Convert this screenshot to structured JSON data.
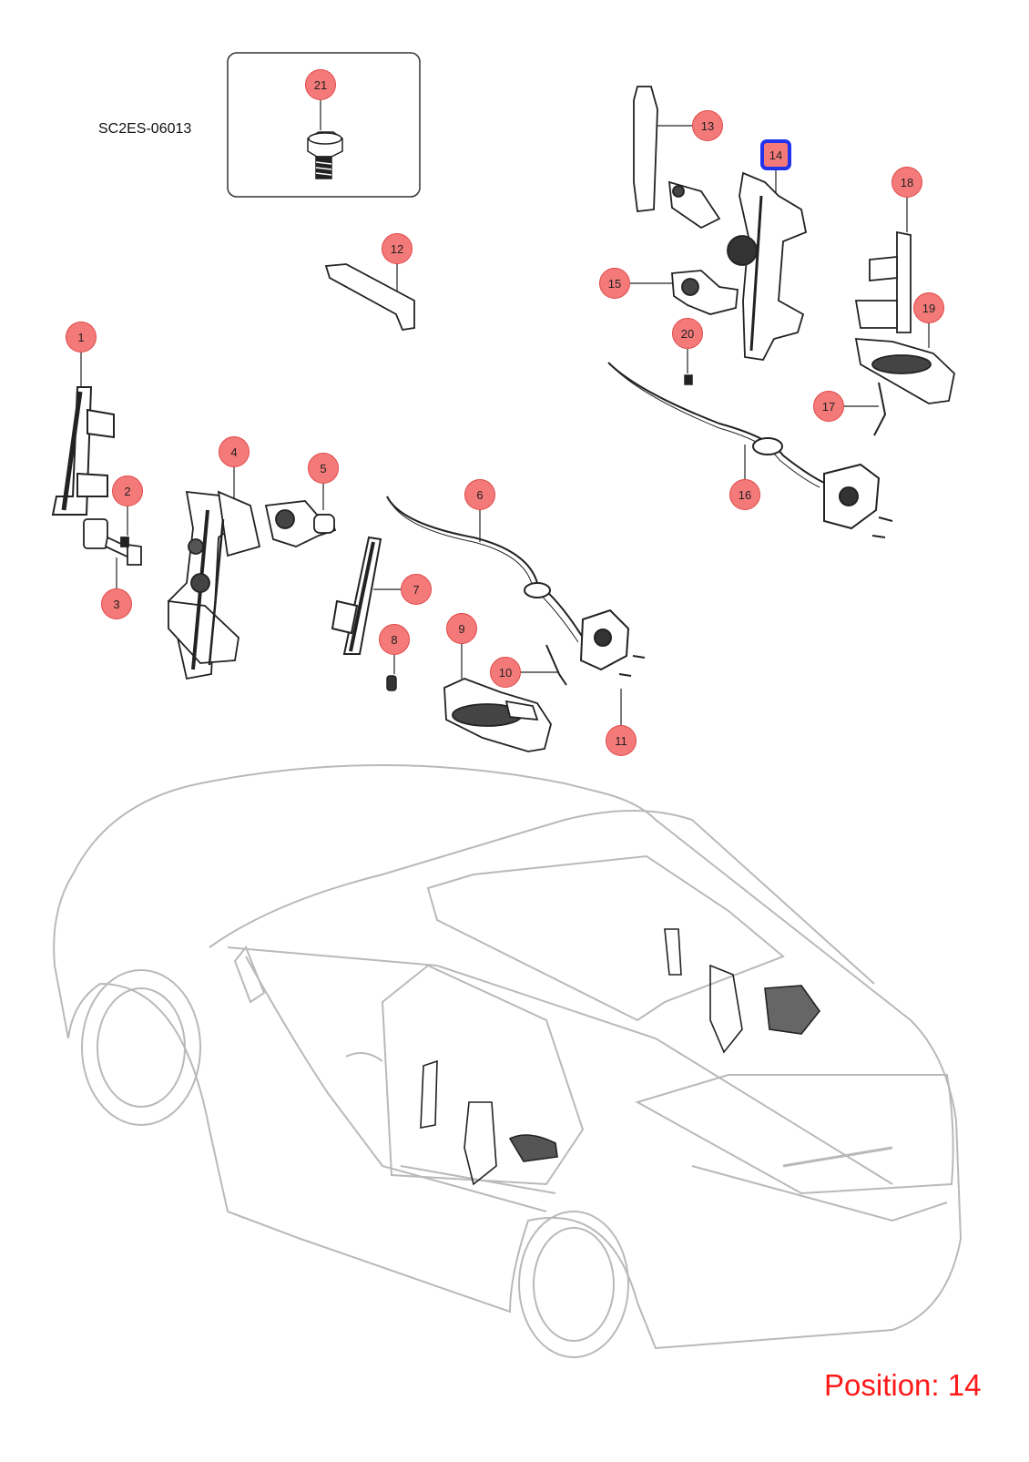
{
  "diagram": {
    "code": "SC2ES-06013",
    "position_label": "Position: 14",
    "selected_callout": "14",
    "colors": {
      "callout_fill": "#f47a7a",
      "callout_border": "#e04848",
      "selected_border": "#2233ee",
      "position_text": "#ff1a1a",
      "car_outline": "#b9b9b9",
      "parts_ink": "#222222"
    }
  },
  "callouts": [
    {
      "id": "c1",
      "label": "1"
    },
    {
      "id": "c2",
      "label": "2"
    },
    {
      "id": "c3",
      "label": "3"
    },
    {
      "id": "c4",
      "label": "4"
    },
    {
      "id": "c5",
      "label": "5"
    },
    {
      "id": "c6",
      "label": "6"
    },
    {
      "id": "c7",
      "label": "7"
    },
    {
      "id": "c8",
      "label": "8"
    },
    {
      "id": "c9",
      "label": "9"
    },
    {
      "id": "c10",
      "label": "10"
    },
    {
      "id": "c11",
      "label": "11"
    },
    {
      "id": "c12",
      "label": "12"
    },
    {
      "id": "c13",
      "label": "13"
    },
    {
      "id": "c14",
      "label": "14"
    },
    {
      "id": "c15",
      "label": "15"
    },
    {
      "id": "c16",
      "label": "16"
    },
    {
      "id": "c17",
      "label": "17"
    },
    {
      "id": "c18",
      "label": "18"
    },
    {
      "id": "c19",
      "label": "19"
    },
    {
      "id": "c20",
      "label": "20"
    },
    {
      "id": "c21",
      "label": "21"
    }
  ]
}
